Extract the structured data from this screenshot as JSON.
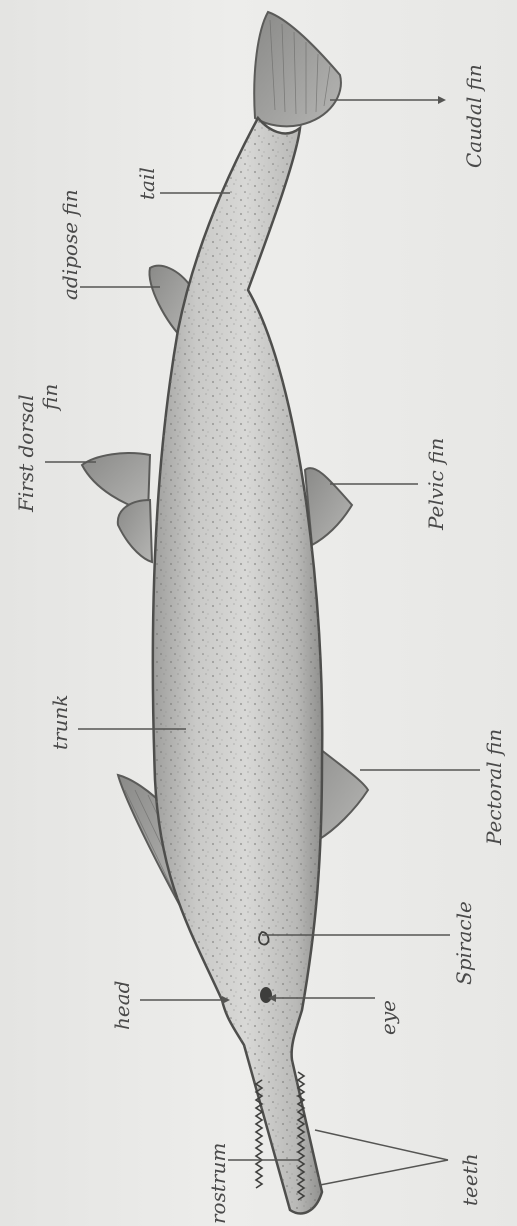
{
  "labels": {
    "caudal_fin": "Caudal fin",
    "tail": "tail",
    "adipose_fin": "adipose fin",
    "first_dorsal_line1": "First dorsal",
    "first_dorsal_line2": "fin",
    "pelvic_fin": "Pelvic fin",
    "trunk": "trunk",
    "pectoral_fin": "Pectoral fin",
    "spiracle": "Spiracle",
    "head": "head",
    "eye": "eye",
    "rostrum": "rostrum",
    "teeth": "teeth"
  }
}
